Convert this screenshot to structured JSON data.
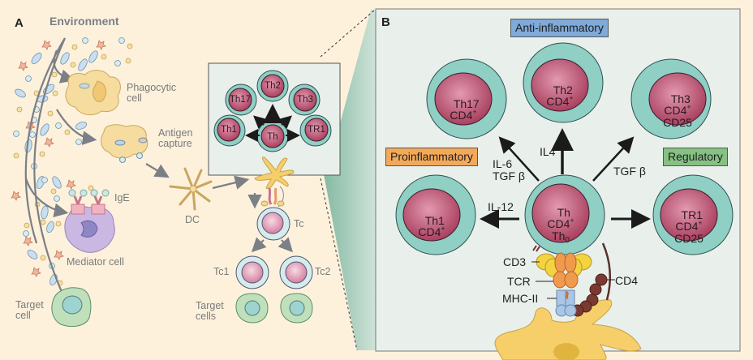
{
  "panel_a": {
    "letter": "A",
    "title": "Environment",
    "labels": {
      "phagocytic": "Phagocytic\ncell",
      "antigen": "Antigen\ncapture",
      "ige": "IgE",
      "mediator": "Mediator cell",
      "target_cell": "Target\ncell",
      "dc": "DC",
      "tc": "Tc",
      "tc1": "Tc1",
      "tc2": "Tc2",
      "target_cells": "Target\ncells"
    },
    "inset_cells": [
      "Th17",
      "Th2",
      "Th3",
      "Th1",
      "Th",
      "TR1"
    ]
  },
  "panel_b": {
    "letter": "B",
    "categories": {
      "anti": "Anti-inflammatory",
      "pro": "Proinflammatory",
      "reg": "Regulatory"
    },
    "cells": {
      "th17": {
        "name": "Th17",
        "marker": "CD4"
      },
      "th2": {
        "name": "Th2",
        "marker": "CD4"
      },
      "th3": {
        "name": "Th3",
        "marker": "CD4",
        "extra": "CD25"
      },
      "th1": {
        "name": "Th1",
        "marker": "CD4"
      },
      "th0": {
        "name": "Th",
        "marker": "CD4",
        "sub_name": "Th",
        "sub": "0"
      },
      "tr1": {
        "name": "TR1",
        "marker": "CD4",
        "extra": "CD25"
      }
    },
    "cytokines": {
      "il6": "IL-6\nTGF β",
      "il4": "IL4",
      "tgfb": "TGF β",
      "il12": "IL-12"
    },
    "receptors": {
      "cd3": "CD3",
      "tcr": "TCR",
      "mhc": "MHC-II",
      "cd4": "CD4"
    },
    "plus": "+"
  },
  "colors": {
    "background": "#fdf1dc",
    "panel_b_bg": "#e9f0ec",
    "cell_outer": "#8fcfc4",
    "cell_nucleus": "#b44d6c",
    "anti_box": "#7faad9",
    "pro_box": "#f2a95a",
    "reg_box": "#86c083"
  }
}
